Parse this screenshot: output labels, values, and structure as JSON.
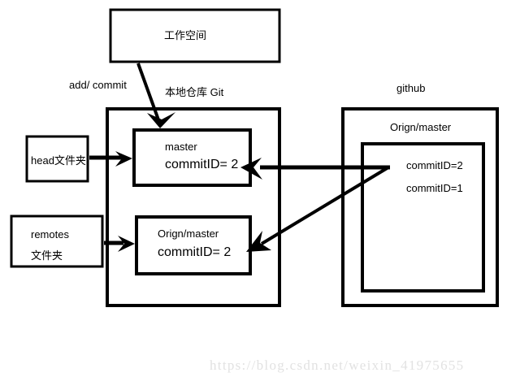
{
  "diagram": {
    "title_workspace": "工作空间",
    "label_add_commit": "add/ commit",
    "label_local_repo": "本地仓库 Git",
    "label_github": "github",
    "nodes": {
      "workspace": {
        "label": "工作空间"
      },
      "head_folder": {
        "label": "head文件夹"
      },
      "remotes_folder": {
        "line1": "remotes",
        "line2": "文件夹"
      },
      "local_master": {
        "name": "master",
        "commit": "commitID= 2"
      },
      "local_origin_master": {
        "name": "Orign/master",
        "commit": "commitID= 2"
      },
      "github_origin_master": {
        "name": "Orign/master",
        "commit_top": "commitID=2",
        "commit_bottom": "commitID=1"
      }
    },
    "arrows": [
      {
        "name": "workspace-to-master",
        "from": "工作空间",
        "to": "master",
        "label": "add/ commit"
      },
      {
        "name": "head-to-master",
        "from": "head文件夹",
        "to": "master",
        "label": ""
      },
      {
        "name": "remotes-to-origin-master",
        "from": "remotes 文件夹",
        "to": "Orign/master",
        "label": ""
      },
      {
        "name": "github-to-master",
        "from": "github commitID=2",
        "to": "master",
        "label": ""
      },
      {
        "name": "github-to-local-origin-master",
        "from": "github commitID=2",
        "to": "local Orign/master",
        "label": ""
      }
    ],
    "colors": {
      "stroke": "#000000",
      "background": "#ffffff",
      "watermark": "#e2e2e2"
    }
  },
  "watermark": {
    "text": "https://blog.csdn.net/weixin_41975655"
  }
}
